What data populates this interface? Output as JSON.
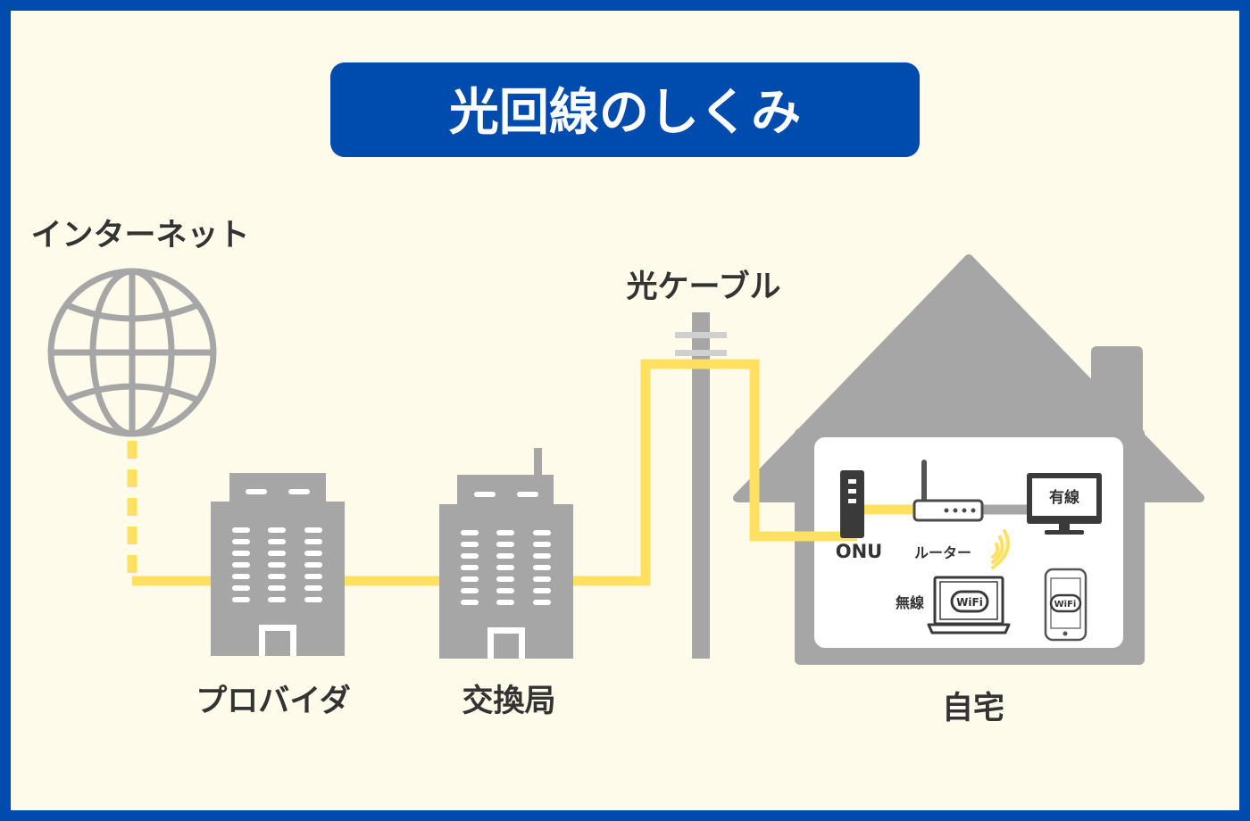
{
  "title": "光回線のしくみ",
  "labels": {
    "internet": "インターネット",
    "provider": "プロバイダ",
    "exchange": "交換局",
    "fiber_cable": "光ケーブル",
    "home": "自宅",
    "onu": "ONU",
    "router": "ルーター",
    "wired": "有線",
    "wireless": "無線",
    "wifi_laptop": "WiFi",
    "wifi_phone": "WiFi"
  },
  "colors": {
    "border": "#004bae",
    "background": "#fffbeb",
    "title_bg": "#004bae",
    "gray": "#a6a6a6",
    "fiber": "#ffe061",
    "text": "#333333"
  },
  "icons": {
    "internet": "globe-icon",
    "provider": "office-building-icon",
    "exchange": "exchange-building-icon",
    "pole": "utility-pole-icon",
    "home": "house-icon",
    "onu": "onu-device-icon",
    "router": "router-icon",
    "wireless": "wifi-signal-icon",
    "wired_pc": "desktop-monitor-icon",
    "laptop": "laptop-icon",
    "smartphone": "smartphone-icon"
  }
}
